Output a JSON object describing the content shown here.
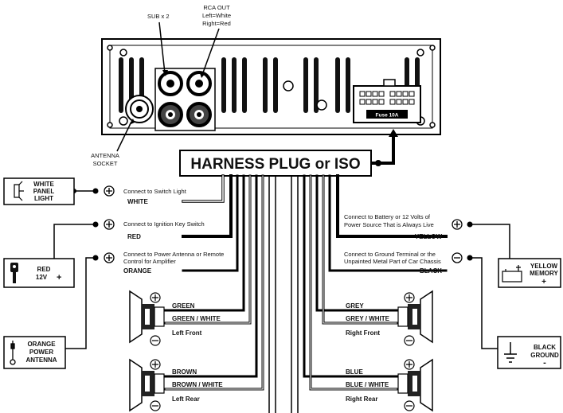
{
  "head_unit": {
    "sub_label": "SUB x 2",
    "rca_label": [
      "RCA OUT",
      "Left=White",
      "Right=Red"
    ],
    "antenna_label": [
      "ANTENNA",
      "SOCKET"
    ],
    "fuse_label": "Fuse 10A"
  },
  "harness_title": "HARNESS PLUG or ISO",
  "left_wires": {
    "white": {
      "desc": [
        "Connect to Switch Light"
      ],
      "color": "WHITE"
    },
    "red": {
      "desc": [
        "Connect to Ignition Key Switch"
      ],
      "color": "RED"
    },
    "orange": {
      "desc": [
        "Connect to Power Antenna or Remote",
        "Control for Amplifier"
      ],
      "color": "ORANGE"
    }
  },
  "right_wires": {
    "yellow": {
      "desc": [
        "Connect to Battery or 12 Volts of",
        "Power Source That is Always Live"
      ],
      "color": "YELLOW"
    },
    "black": {
      "desc": [
        "Connect to Ground Terminal or the",
        "Unpainted Metal Part of Car Chassis"
      ],
      "color": "BLACK"
    }
  },
  "devices": {
    "panel_light": [
      "WHITE",
      "PANEL",
      "LIGHT"
    ],
    "ignition": [
      "RED",
      "12V"
    ],
    "power_antenna": [
      "ORANGE",
      "POWER",
      "ANTENNA"
    ],
    "memory": [
      "YELLOW",
      "MEMORY"
    ],
    "ground": [
      "BLACK",
      "GROUND"
    ]
  },
  "speakers": {
    "left_front": {
      "pos": "GREEN",
      "neg": "GREEN / WHITE",
      "name": "Left Front"
    },
    "right_front": {
      "pos": "GREY",
      "neg": "GREY / WHITE",
      "name": "Right Front"
    },
    "left_rear": {
      "pos": "BROWN",
      "neg": "BROWN / WHITE",
      "name": "Left Rear"
    },
    "right_rear": {
      "pos": "BLUE",
      "neg": "BLUE / WHITE",
      "name": "Right Rear"
    }
  },
  "symbols": {
    "plus": "+",
    "minus": "-"
  }
}
